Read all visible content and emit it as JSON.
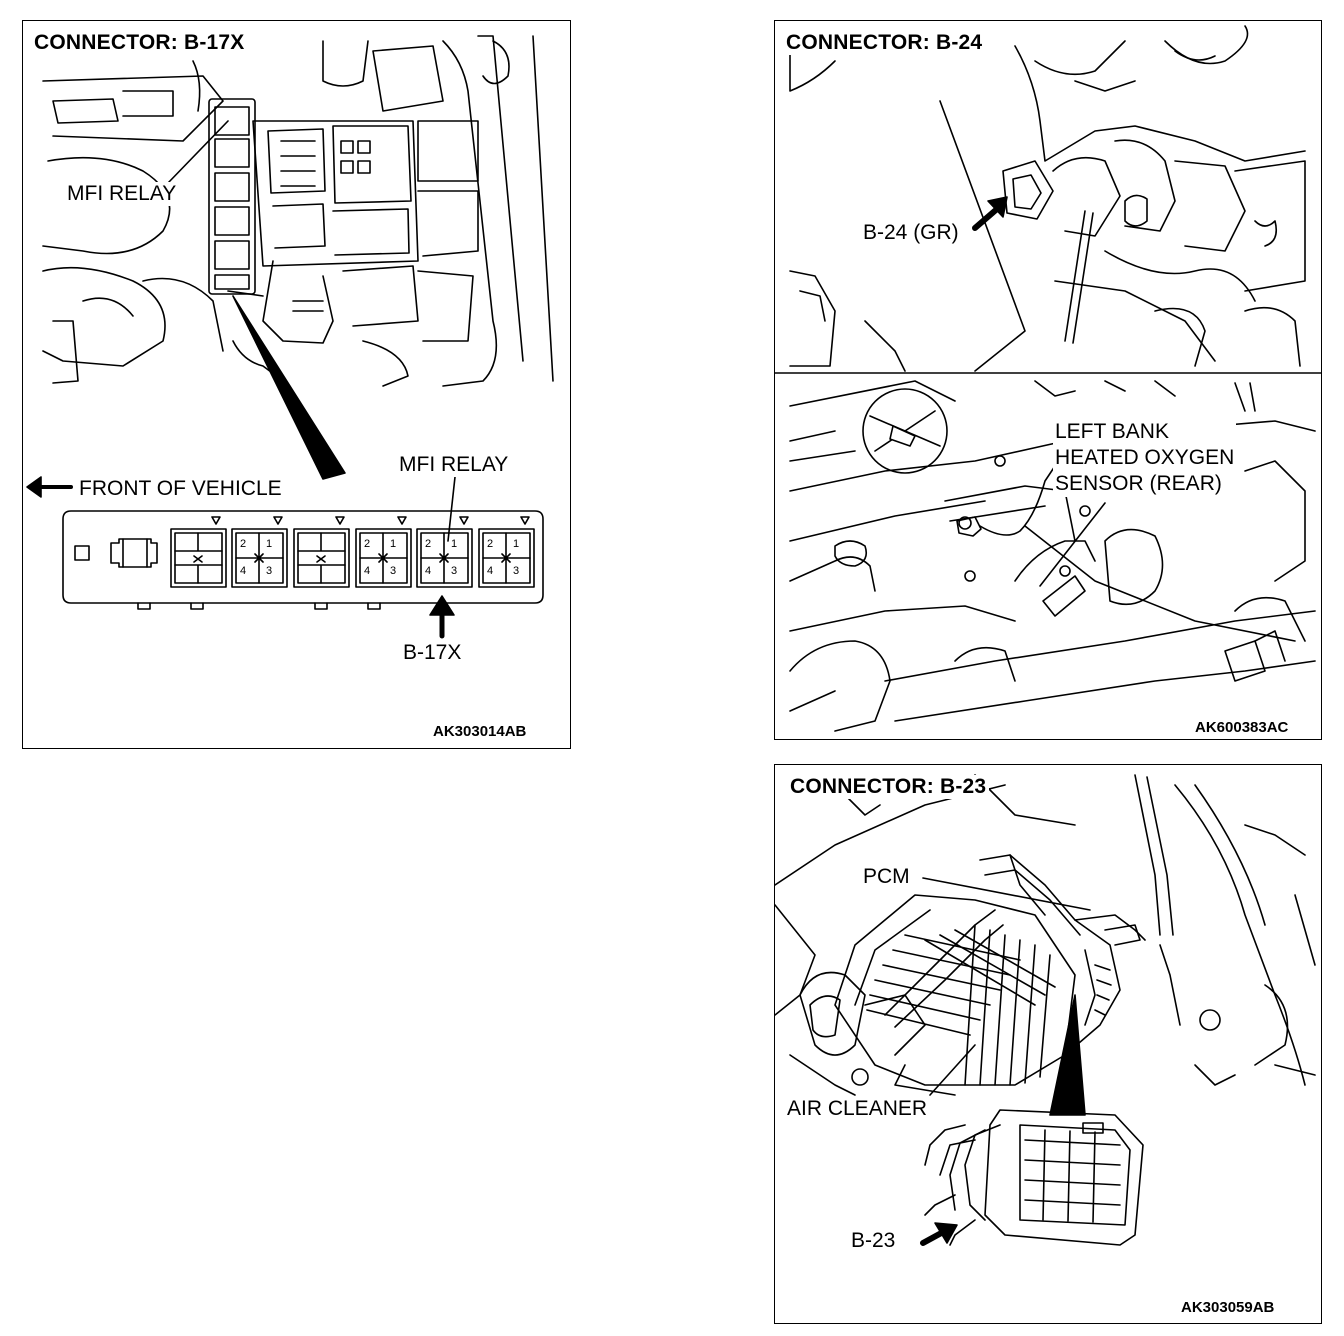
{
  "panels": [
    {
      "title": "CONNECTOR: B-17X",
      "code": "AK303014AB",
      "labels": {
        "mfi_relay_top": "MFI RELAY",
        "front_of_vehicle": "FRONT OF VEHICLE",
        "mfi_relay_box": "MFI RELAY",
        "connector": "B-17X"
      },
      "relay_pins": [
        "2",
        "1",
        "4",
        "3"
      ]
    },
    {
      "title": "CONNECTOR: B-24",
      "code": "AK600383AC",
      "labels": {
        "connector": "B-24 (GR)",
        "sensor": "LEFT BANK\nHEATED OXYGEN\nSENSOR (REAR)"
      }
    },
    {
      "title": "CONNECTOR: B-23",
      "code": "AK303059AB",
      "labels": {
        "pcm": "PCM",
        "air_cleaner": "AIR CLEANER",
        "connector": "B-23"
      }
    }
  ],
  "colors": {
    "line": "#000000",
    "background": "#ffffff"
  }
}
